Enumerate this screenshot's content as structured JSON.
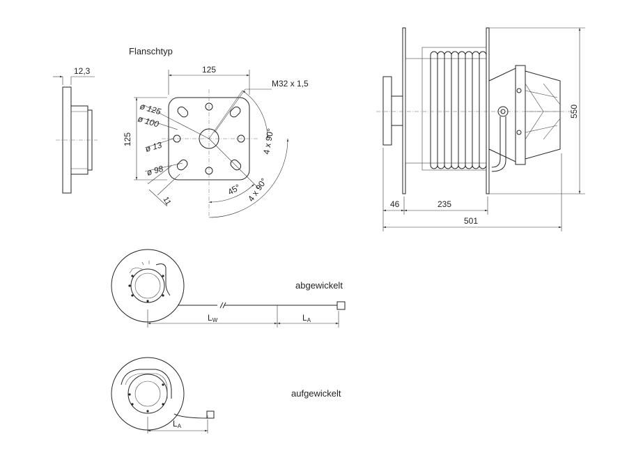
{
  "flange_view": {
    "title": "Flanschtyp",
    "dim_thickness": "12,3",
    "dim_width": "125",
    "dim_height": "125",
    "thread": "M32 x 1,5",
    "dia_125": "ø 125",
    "dia_100": "ø 100",
    "dia_13": "ø 13",
    "dia_98": "ø 98",
    "dim_11": "11",
    "angle_45": "45°",
    "angle_4x90_a": "4 x 90°",
    "angle_4x90_b": "4 x 90°"
  },
  "side_view": {
    "dim_550": "550",
    "dim_46": "46",
    "dim_235": "235",
    "dim_501": "501"
  },
  "unwound": {
    "label": "abgewickelt",
    "lw_main": "L",
    "lw_sub": "W",
    "la_main": "L",
    "la_sub": "A"
  },
  "wound": {
    "label": "aufgewickelt",
    "la_main": "L",
    "la_sub": "A"
  }
}
